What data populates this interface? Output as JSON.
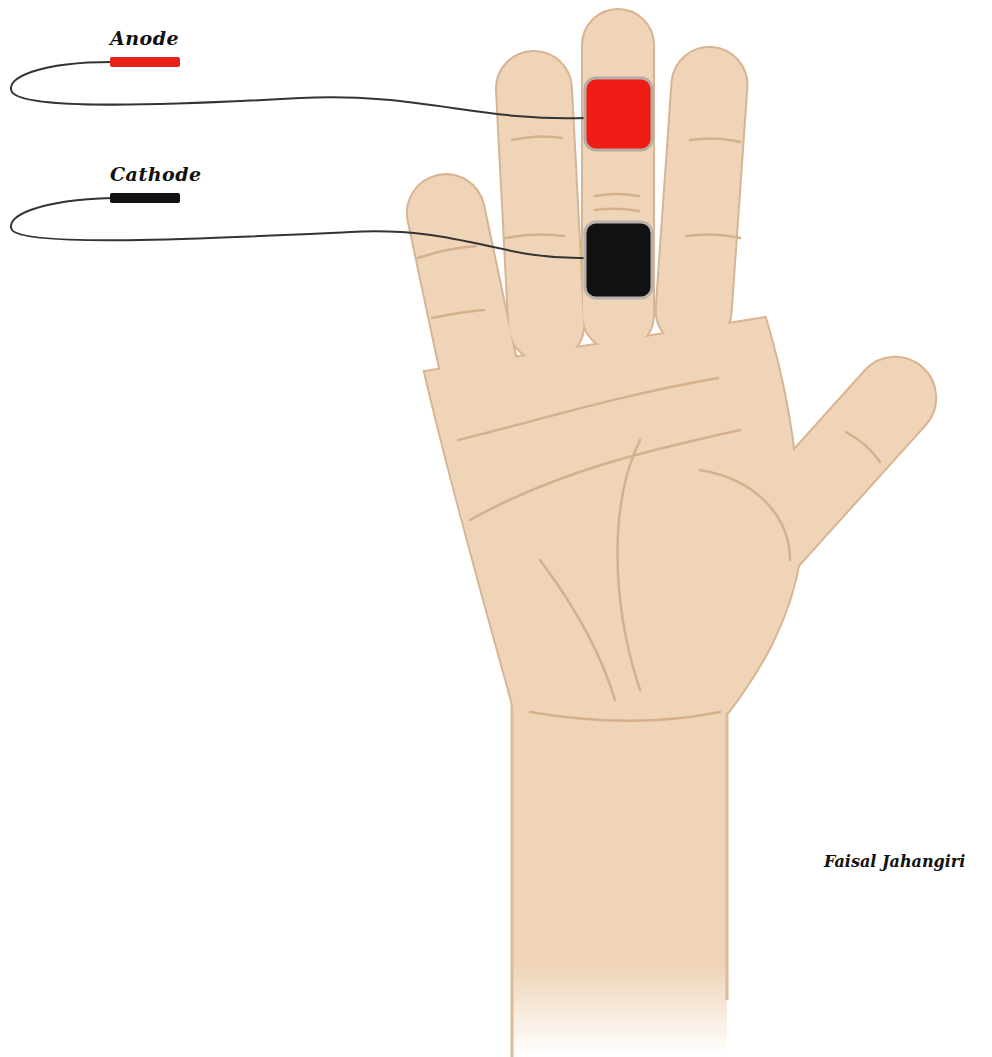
{
  "diagram": {
    "nodes": [
      {
        "text": [
          "Anode"
        ]
      },
      {
        "text": [
          "Cathode"
        ]
      }
    ],
    "labels": [
      "Faisal Jahangiri"
    ]
  }
}
